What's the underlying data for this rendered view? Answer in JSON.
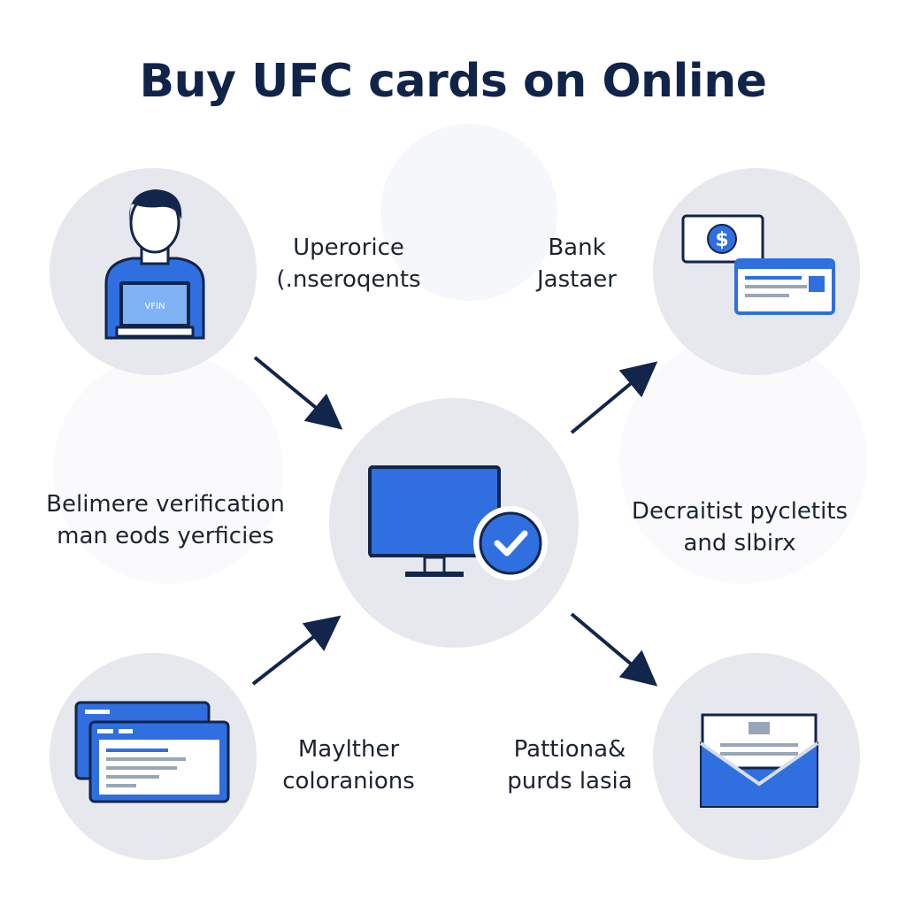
{
  "title": "Buy UFC cards on Online",
  "nodes": {
    "top_left": {
      "icon": "user-laptop-icon",
      "laptop_text": "VFIN",
      "label": [
        "Uperorice",
        "(.nseroqents"
      ]
    },
    "top_right": {
      "icon": "payment-card-icon",
      "currency": "$",
      "label": [
        "Bank",
        "Jastaer"
      ]
    },
    "center": {
      "icon": "monitor-verified-icon",
      "left_label": [
        "Belimere verification",
        "man eods yerficies"
      ],
      "right_label": [
        "Decraitist pycletits",
        "and slbirx"
      ]
    },
    "bottom_left": {
      "icon": "browser-windows-icon",
      "label": [
        "Maylther",
        "coloranions"
      ]
    },
    "bottom_right": {
      "icon": "envelope-icon",
      "label": [
        "Pattiona&",
        "purds lasia"
      ]
    }
  },
  "colors": {
    "title": "#10244a",
    "accent_blue": "#2f6fe0",
    "dark_navy": "#12254a",
    "circle": "#e6e8ee"
  }
}
